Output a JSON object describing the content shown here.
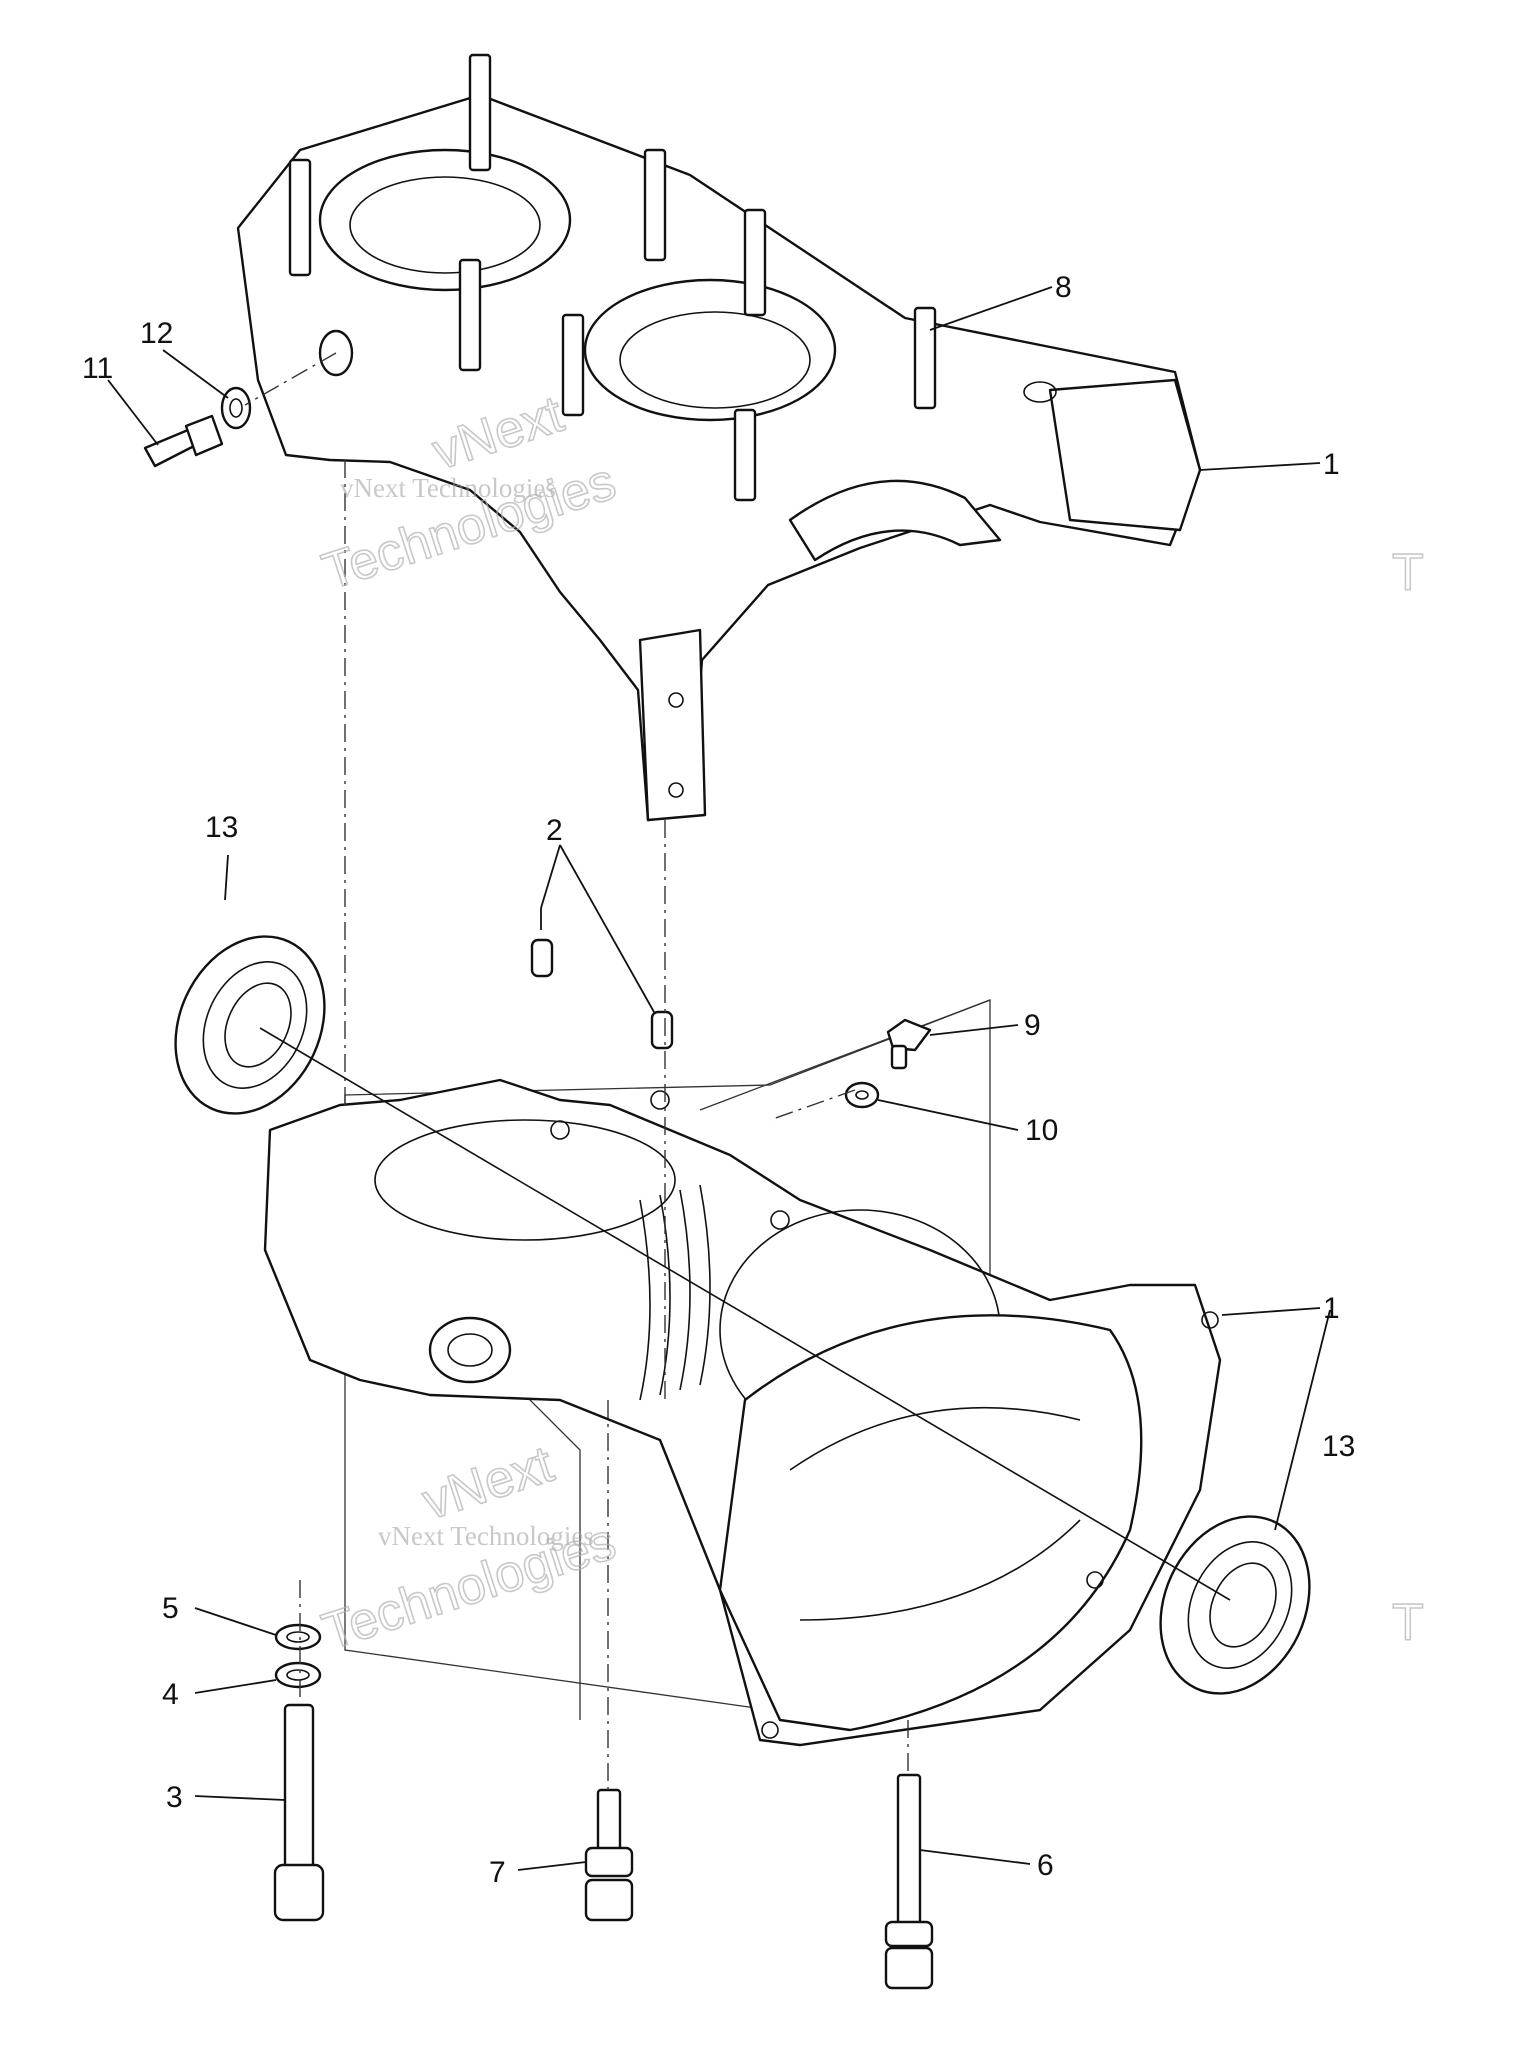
{
  "callouts": [
    {
      "label": "1"
    },
    {
      "label": "2"
    },
    {
      "label": "3"
    },
    {
      "label": "4"
    },
    {
      "label": "5"
    },
    {
      "label": "6"
    },
    {
      "label": "7"
    },
    {
      "label": "8"
    },
    {
      "label": "9"
    },
    {
      "label": "10"
    },
    {
      "label": "11"
    },
    {
      "label": "12"
    },
    {
      "label": "13"
    }
  ],
  "watermark": {
    "brand": "vNext Technologies",
    "word1": "vNext",
    "word2": "Technologies",
    "edge_letter": "T"
  }
}
